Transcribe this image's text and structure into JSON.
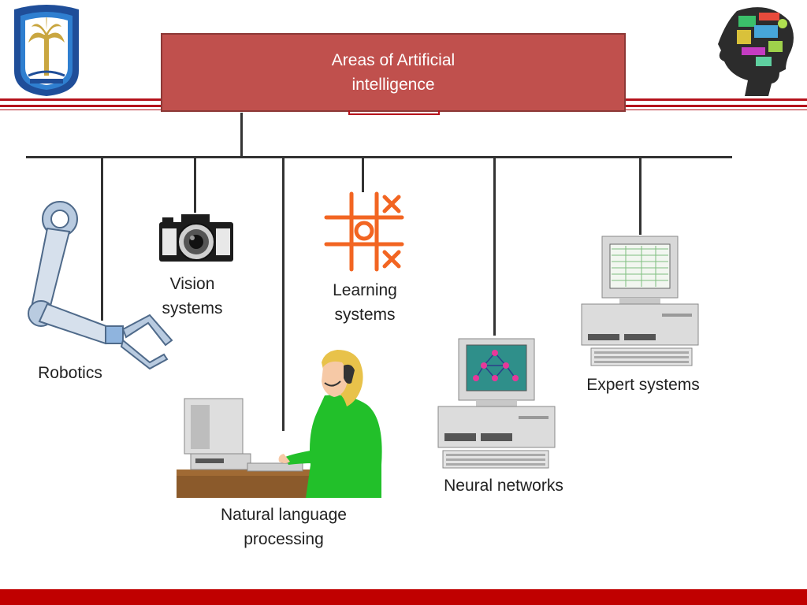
{
  "slide": {
    "title": "Areas of   Artificial\nintelligence",
    "areas": {
      "robotics": "Robotics",
      "vision": "Vision\nsystems",
      "learning": "Learning\nsystems",
      "nlp": "Natural language\nprocessing",
      "neural": "Neural networks",
      "expert": "Expert systems"
    }
  },
  "colors": {
    "accent": "#b5121b",
    "title_box": "#c0504d",
    "footer": "#c00000",
    "tictactoe": "#f26522"
  }
}
